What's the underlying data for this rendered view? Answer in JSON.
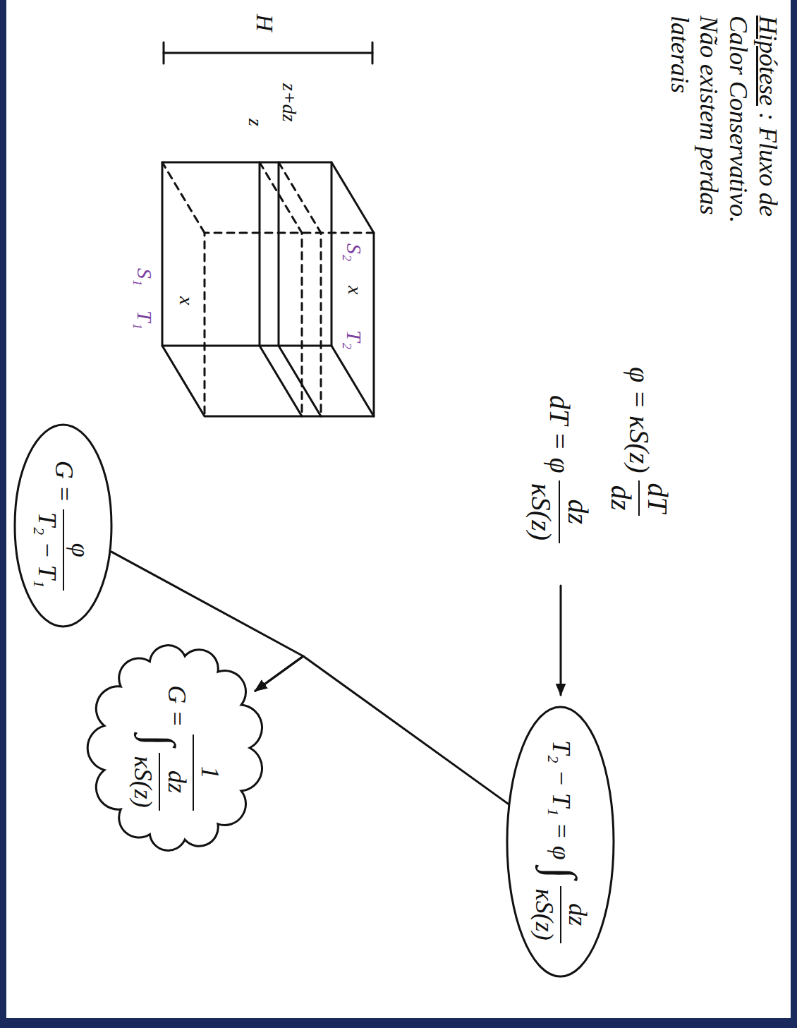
{
  "diagram": {
    "nodes": [
      {
        "text": [
          "G =",
          "φ",
          "T₂ − T₁"
        ]
      },
      {
        "text": [
          "T₂ − T₁ = φ",
          "∫",
          "dz",
          "κS(z)"
        ]
      },
      {
        "text": [
          "G =",
          "1",
          "∫",
          "dz",
          "κS(z)"
        ]
      }
    ],
    "edges": [
      {
        "from": 0,
        "to": 2,
        "arrow": "to"
      },
      {
        "from": 1,
        "to": 2,
        "arrow": "to"
      }
    ],
    "labels": [
      "Hipótese",
      ": Fluxo de Calor Conservativo.",
      "Não existem perdas laterais",
      "H",
      "z+dz",
      "z",
      "S₂",
      "x",
      "T₂",
      "x",
      "S₁",
      "T₁",
      "φ = κS(z)",
      "dT",
      "dz",
      "dT = φ",
      "dz",
      "κS(z)"
    ]
  }
}
